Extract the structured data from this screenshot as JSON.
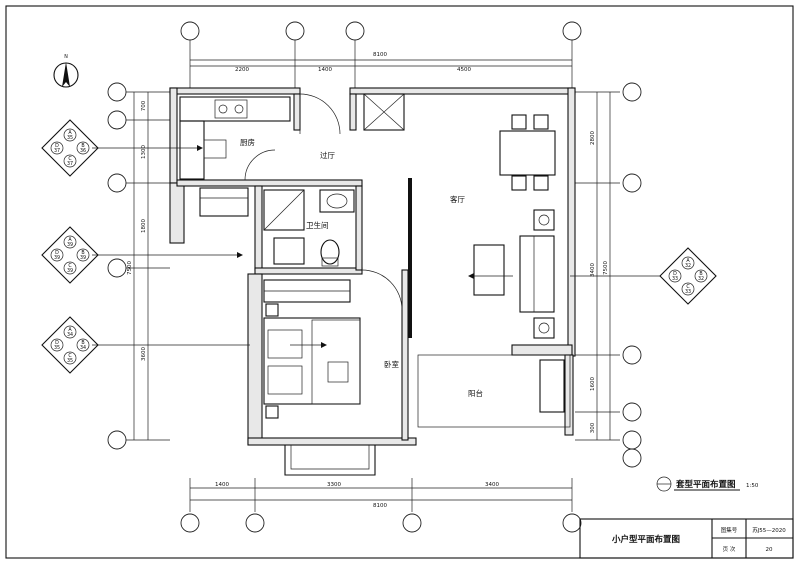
{
  "north": {
    "label": "N"
  },
  "dims": {
    "top_total": "8100",
    "top_a": "2200",
    "top_b": "1400",
    "top_c": "4500",
    "bottom_a": "1400",
    "bottom_b": "3300",
    "bottom_c": "3400",
    "bottom_total": "8100",
    "left_a": "700",
    "left_b": "1300",
    "left_c": "1800",
    "left_total": "7500",
    "left_d": "3600",
    "right_a": "2800",
    "right_total": "7500",
    "right_b": "3400",
    "right_c": "1600",
    "right_d": "300"
  },
  "rooms": {
    "kitchen": "厨房",
    "hall": "过厅",
    "living": "客厅",
    "bath": "卫生间",
    "bedroom": "卧室",
    "balcony": "阳台"
  },
  "callouts": [
    {
      "n": "A",
      "s": "35",
      "w": "D",
      "wv": "37",
      "e": "B",
      "ev": "36",
      "c": "C",
      "cv": "37"
    },
    {
      "n": "A",
      "s": "39",
      "w": "D",
      "wv": "39",
      "e": "B",
      "ev": "39",
      "c": "C",
      "cv": "39"
    },
    {
      "n": "A",
      "s": "34",
      "w": "D",
      "wv": "35",
      "e": "B",
      "ev": "34",
      "c": "C",
      "cv": "35"
    },
    {
      "n": "A",
      "s": "32",
      "w": "D",
      "wv": "33",
      "e": "B",
      "ev": "32",
      "c": "C",
      "cv": "33"
    }
  ],
  "caption": {
    "text": "套型平面布置图",
    "scale": "1:50"
  },
  "titleblock": {
    "title": "小户型平面布置图",
    "atlas_label": "图集号",
    "atlas_value": "苏J55—2020",
    "page_label": "页  次",
    "page_value": "20"
  }
}
